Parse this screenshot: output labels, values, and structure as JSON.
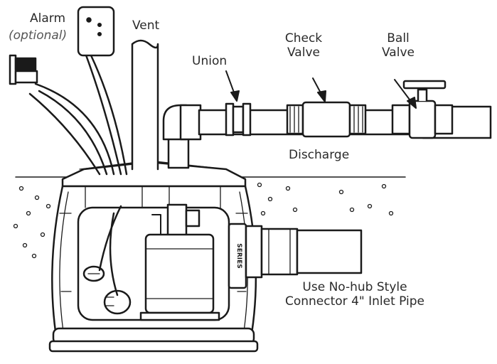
{
  "labels": {
    "alarm": "Alarm",
    "alarm_optional": "(optional)",
    "vent": "Vent",
    "union": "Union",
    "check_valve_line1": "Check",
    "check_valve_line2": "Valve",
    "ball_valve_line1": "Ball",
    "ball_valve_line2": "Valve",
    "discharge": "Discharge",
    "inlet_line1": "Use No-hub Style",
    "inlet_line2": "Connector 4\" Inlet Pipe",
    "basin_badge": "SERIES"
  },
  "colors": {
    "line": "#1a1a1a",
    "basin_fill": "#ffffff",
    "text": "#2a2a2a",
    "optional_text": "#555555"
  }
}
